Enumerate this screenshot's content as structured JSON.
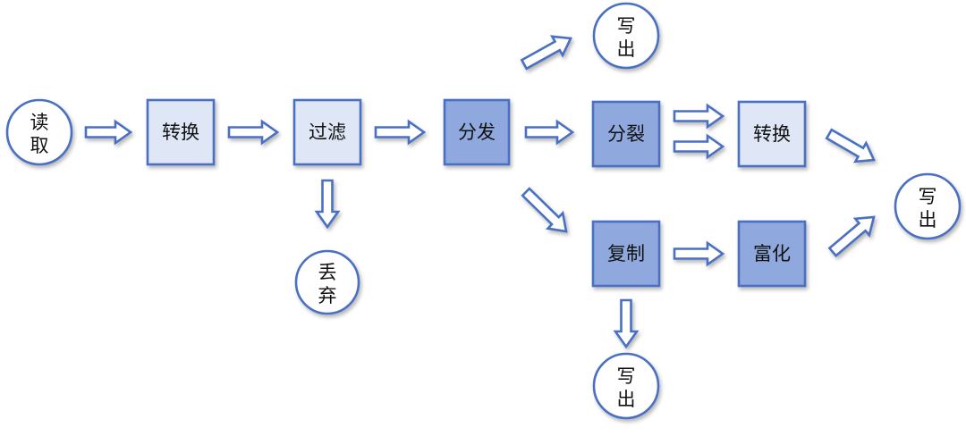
{
  "colors": {
    "border": "#4a70c2",
    "box_light": "#dfe7f6",
    "box_dark": "#8fa9de",
    "circle_fill": "#ffffff",
    "arrow_fill": "#ffffff",
    "text": "#111111"
  },
  "nodes": {
    "read": {
      "label": [
        "读",
        "取"
      ]
    },
    "transform_1": {
      "label": "转换"
    },
    "filter": {
      "label": "过滤"
    },
    "discard": {
      "label": [
        "丢",
        "弃"
      ]
    },
    "distribute": {
      "label": "分发"
    },
    "write_top": {
      "label": [
        "写",
        "出"
      ]
    },
    "split": {
      "label": "分裂"
    },
    "transform_2": {
      "label": "转换"
    },
    "copy": {
      "label": "复制"
    },
    "enrich": {
      "label": "富化"
    },
    "write_bottom": {
      "label": [
        "写",
        "出"
      ]
    },
    "write_right": {
      "label": [
        "写",
        "出"
      ]
    }
  },
  "edges": [
    {
      "from": "read",
      "to": "transform_1"
    },
    {
      "from": "transform_1",
      "to": "filter"
    },
    {
      "from": "filter",
      "to": "distribute"
    },
    {
      "from": "filter",
      "to": "discard"
    },
    {
      "from": "distribute",
      "to": "write_top"
    },
    {
      "from": "distribute",
      "to": "split"
    },
    {
      "from": "distribute",
      "to": "copy"
    },
    {
      "from": "split",
      "to": "transform_2"
    },
    {
      "from": "split",
      "to": "transform_2"
    },
    {
      "from": "copy",
      "to": "enrich"
    },
    {
      "from": "copy",
      "to": "write_bottom"
    },
    {
      "from": "transform_2",
      "to": "write_right"
    },
    {
      "from": "enrich",
      "to": "write_right"
    }
  ]
}
